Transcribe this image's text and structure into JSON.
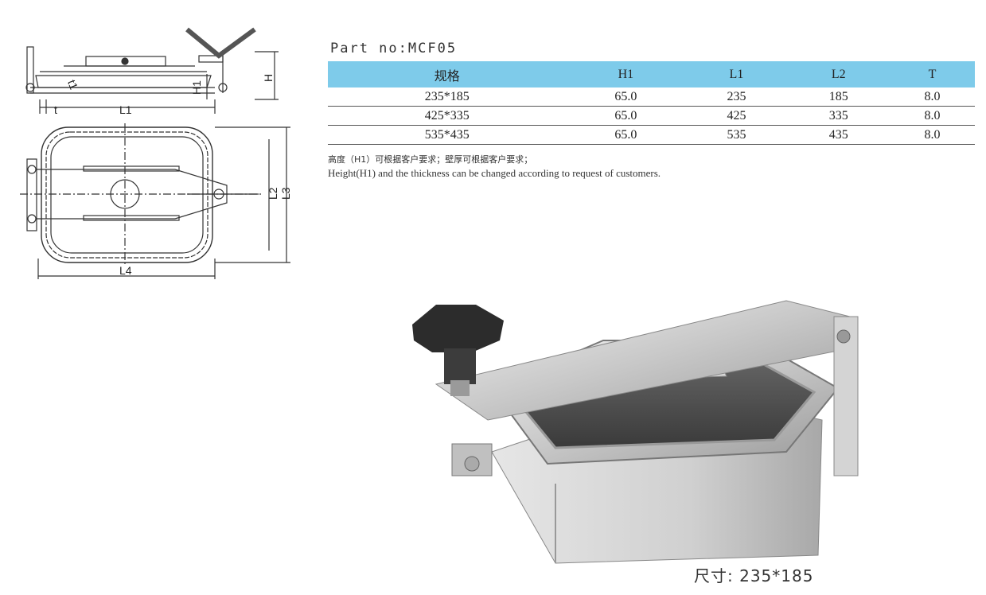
{
  "part_no": "Part no:MCF05",
  "table": {
    "headers": [
      "规格",
      "H1",
      "L1",
      "L2",
      "T"
    ],
    "rows": [
      [
        "235*185",
        "65.0",
        "235",
        "185",
        "8.0"
      ],
      [
        "425*335",
        "65.0",
        "425",
        "335",
        "8.0"
      ],
      [
        "535*435",
        "65.0",
        "535",
        "435",
        "8.0"
      ]
    ]
  },
  "note": {
    "cn": "高度（H1）可根据客户要求；壁厚可根据客户要求；",
    "en": "Height(H1) and the thickness can be changed according to request of customers."
  },
  "drawing": {
    "labels": {
      "H": "H",
      "H1": "H1",
      "t1": "t1",
      "t": "t",
      "L1": "L1",
      "L2": "L2",
      "L3": "L3",
      "L4": "L4"
    }
  },
  "caption": "尺寸: 235*185"
}
